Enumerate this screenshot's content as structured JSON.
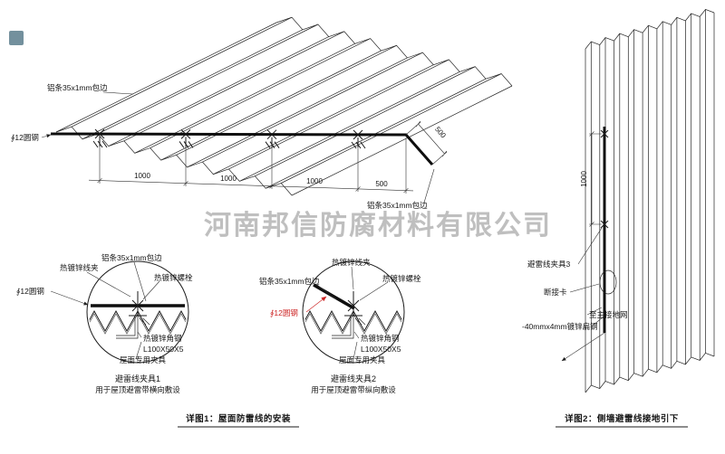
{
  "watermark": {
    "company": "河南邦信防腐材料有限公司",
    "color": "#8c8c8c",
    "corner_logo_icon": "watermark-logo"
  },
  "roof": {
    "label_alu_top": "铝条35x1mm包边",
    "label_alu_right": "铝条35x1mm包边",
    "label_round_steel": "∮12圆钢",
    "dims": [
      "1000",
      "1000",
      "1000",
      "500",
      "500"
    ]
  },
  "detail1": {
    "label_clip": "热镀锌线夹",
    "label_alu": "铝条35x1mm包边",
    "label_bolt": "热镀锌螺栓",
    "label_round_steel": "∮12圆钢",
    "label_angle": "热镀锌角钢",
    "label_angle_spec": "L100X50X5",
    "label_fixture": "屋面专用夹具",
    "title": "避雷线夹具1",
    "subtitle": "用于屋顶避雷带横向敷设"
  },
  "detail2": {
    "label_clip": "热镀锌线夹",
    "label_alu": "铝条35x1mm包边",
    "label_bolt": "热镀锌螺栓",
    "label_round_steel": "∮12圆钢",
    "label_angle": "热镀锌角钢",
    "label_angle_spec": "L100X50X5",
    "label_fixture": "屋面专用夹具",
    "title": "避雷线夹具2",
    "subtitle": "用于屋顶避雷带纵向敷设"
  },
  "wall": {
    "dim": "1000",
    "label_clip3": "避雷线夹具3",
    "label_disconnect": "断接卡",
    "label_to_ground": "至主接地网",
    "label_flat_steel": "-40mmx4mm镀锌扁钢"
  },
  "captions": {
    "fig1": "详图1：屋面防雷线的安装",
    "fig2": "详图2：侧墙避雷线接地引下"
  },
  "colors": {
    "line": "#232323",
    "accent_red": "#cc2222",
    "watermark": "#8c8c8c"
  }
}
